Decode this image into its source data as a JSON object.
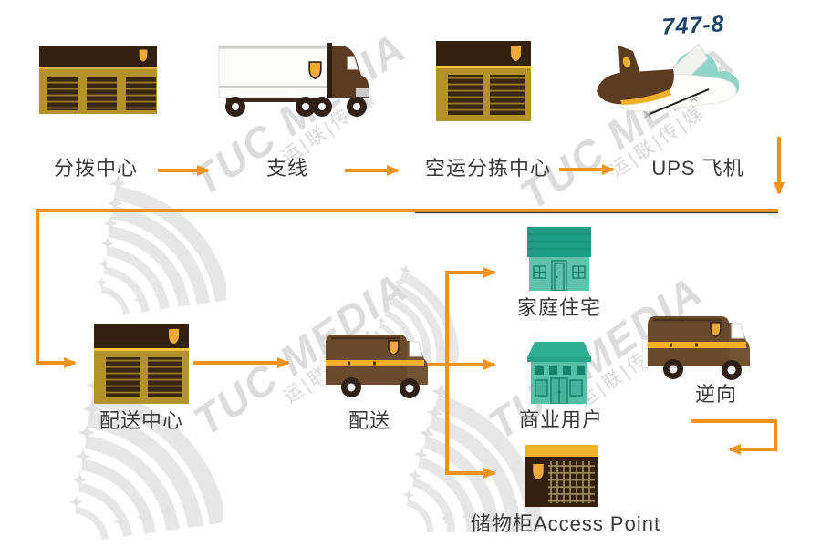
{
  "diagram": {
    "description": "UPS logistics flow diagram",
    "nodes": {
      "hub": {
        "label": "分拨中心",
        "icon": "warehouse-3door-icon"
      },
      "feeder": {
        "label": "支线",
        "icon": "semi-truck-icon"
      },
      "airsort": {
        "label": "空运分拣中心",
        "icon": "warehouse-2door-icon"
      },
      "plane": {
        "label": "UPS 飞机",
        "model": "747-8",
        "icon": "cargo-plane-icon"
      },
      "dc": {
        "label": "配送中心",
        "icon": "warehouse-2door-icon"
      },
      "delivery": {
        "label": "配送",
        "icon": "package-truck-icon"
      },
      "home": {
        "label": "家庭住宅",
        "icon": "house-icon"
      },
      "business": {
        "label": "商业用户",
        "icon": "storefront-icon"
      },
      "locker": {
        "label": "储物柜Access Point",
        "icon": "locker-icon"
      },
      "reverse": {
        "label": "逆向",
        "icon": "package-truck-icon"
      }
    },
    "flow_top_row": [
      "分拨中心",
      "支线",
      "空运分拣中心",
      "UPS 飞机"
    ],
    "flow_second_row": [
      "配送中心",
      "配送"
    ],
    "destinations": [
      "家庭住宅",
      "商业用户",
      "储物柜Access Point"
    ]
  },
  "watermark": {
    "brand": "TUC MEDIA",
    "tagline": "运|联|传|媒"
  },
  "colors": {
    "arrow_orange": "#F0921E",
    "ups_dark_brown": "#33200F",
    "ups_gold_wall": "#B3922C",
    "accent_gold": "#F3B329",
    "truck_brown": "#6A4A2D",
    "teal_roof": "#1E9C84",
    "teal_body": "#5FC2AB",
    "cloud_teal": "#8FD4C5",
    "watermark_gray": "#DCDCDC",
    "plane_model_navy": "#1F4566",
    "label_text": "#3A3A3A"
  }
}
